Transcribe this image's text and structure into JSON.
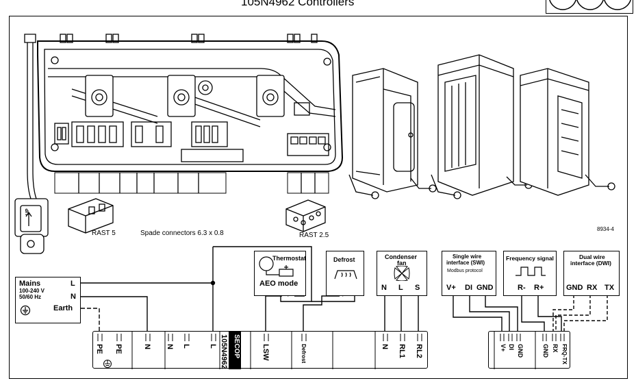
{
  "header": {
    "title": "105N4962 Controllers"
  },
  "drawing_ref": "8934-4",
  "labels": {
    "rast5": "RAST 5",
    "spade": "Spade connectors 6.3 x 0.8",
    "rast25": "RAST 2.5",
    "up": "UP"
  },
  "mains": {
    "title": "Mains",
    "voltage": "100-240 V",
    "freq": "50/60 Hz",
    "l": "L",
    "n": "N",
    "earth": "Earth"
  },
  "thermostat": {
    "title": "Thermostat",
    "mode": "AEO mode"
  },
  "defrost": {
    "title": "Defrost"
  },
  "condenser": {
    "title": "Condenser",
    "subtitle": "fan",
    "pins": [
      "N",
      "L",
      "S"
    ]
  },
  "swi": {
    "title": "Single wire",
    "title2": "interface (SWI)",
    "protocol": "Modbus protocol",
    "pins": [
      "V+",
      "DI",
      "GND"
    ]
  },
  "freq": {
    "title": "Frequency signal",
    "pins": [
      "R-",
      "R+"
    ]
  },
  "dwi": {
    "title": "Dual wire",
    "title2": "interface (DWI)",
    "pins": [
      "GND",
      "RX",
      "TX"
    ]
  },
  "terminal_strip": {
    "pins": [
      "PE",
      "PE",
      "N",
      "N",
      "L",
      "L",
      "LSW",
      "Defrost",
      "N",
      "RL1",
      "RL2"
    ],
    "model": "105N4962",
    "brand": "SECOP"
  },
  "comm_strip": {
    "pins": [
      "V+",
      "DI",
      "GND",
      "GND",
      "RX",
      "FRQ-TX"
    ]
  }
}
